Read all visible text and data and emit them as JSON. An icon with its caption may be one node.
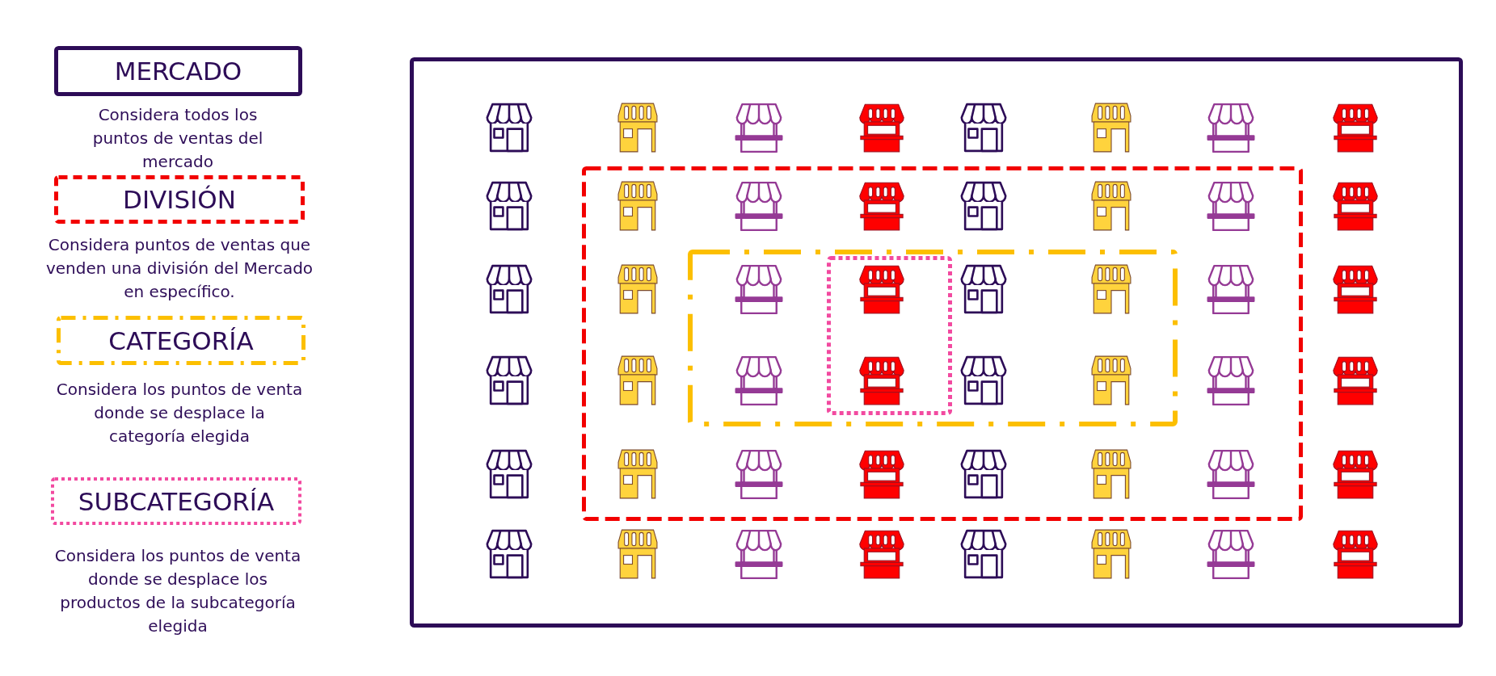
{
  "diagram": {
    "nodes": [
      {
        "text": [
          "MERCADO"
        ],
        "beside": [
          "Considera todos los puntos de ventas del mercado"
        ]
      },
      {
        "text": [
          "DIVISIÓN"
        ],
        "beside": [
          "Considera puntos de ventas que venden una división del Mercado en específico."
        ]
      },
      {
        "text": [
          "CATEGORÍA"
        ],
        "beside": [
          "Considera los puntos de venta donde se desplace la categoría elegida"
        ]
      },
      {
        "text": [
          "SUBCATEGORÍA"
        ],
        "beside": [
          "Considera los puntos de venta donde se desplace los productos de la subcategoría elegida"
        ]
      },
      {
        "text": [],
        "shape": "box"
      },
      {
        "text": [],
        "shape": "box",
        "in": 4
      },
      {
        "text": [],
        "shape": "box",
        "in": 5
      },
      {
        "text": [],
        "shape": "box",
        "in": 6
      }
    ],
    "edges": []
  }
}
